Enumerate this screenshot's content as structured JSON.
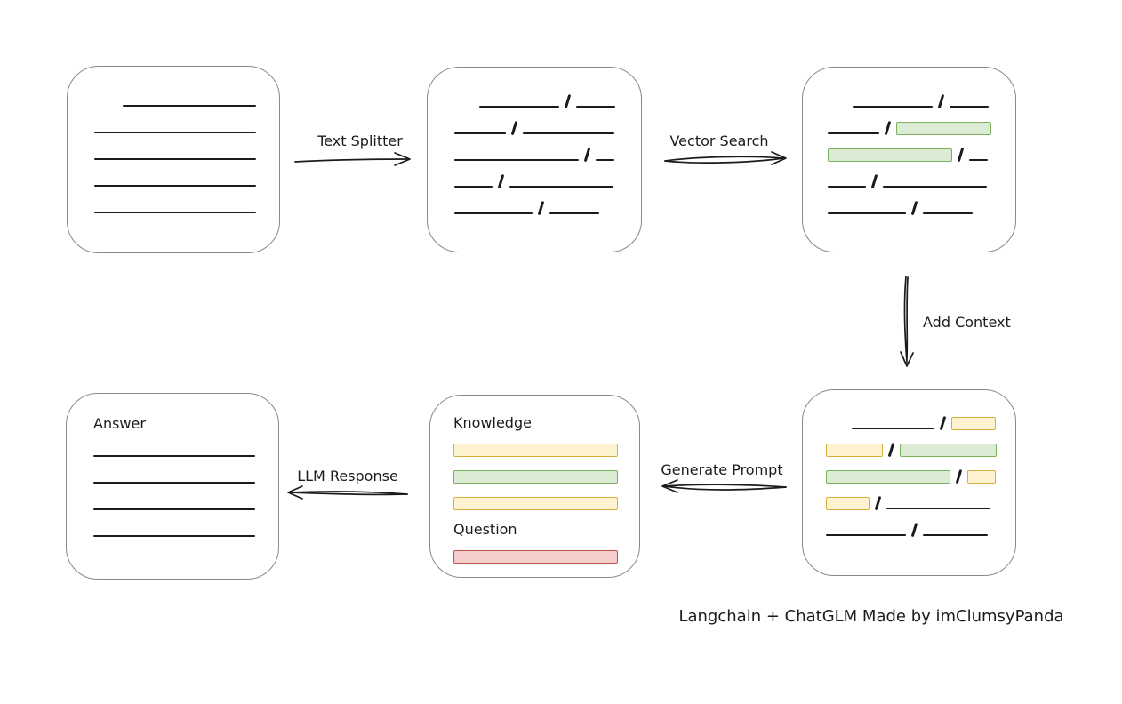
{
  "caption": "Langchain + ChatGLM Made by imClumsyPanda",
  "colors": {
    "ink": "#1b1b1b",
    "box_border": "#8a8a8a",
    "green_fill": "#dcebd3",
    "green_stroke": "#7ab05c",
    "yellow_fill": "#fdf3d1",
    "yellow_stroke": "#d8ae3c",
    "red_fill": "#f5cecb",
    "red_stroke": "#b5564f"
  },
  "arrows": {
    "text_splitter": {
      "label": "Text Splitter",
      "direction": "right"
    },
    "vector_search": {
      "label": "Vector Search",
      "direction": "right"
    },
    "add_context": {
      "label": "Add Context",
      "direction": "down"
    },
    "generate_prompt": {
      "label": "Generate Prompt",
      "direction": "left"
    },
    "llm_response": {
      "label": "LLM Response",
      "direction": "left"
    }
  },
  "boxes": {
    "source_document": {
      "rows": [
        [
          {
            "kind": "gap",
            "w": 32
          },
          {
            "kind": "line",
            "w": 150
          }
        ],
        [
          {
            "kind": "line",
            "w": 182
          }
        ],
        [
          {
            "kind": "line",
            "w": 182
          }
        ],
        [
          {
            "kind": "line",
            "w": 182
          }
        ],
        [
          {
            "kind": "line",
            "w": 182
          }
        ]
      ]
    },
    "split_chunks": {
      "rows": [
        [
          {
            "kind": "gap",
            "w": 33
          },
          {
            "kind": "line",
            "w": 90
          },
          {
            "kind": "slash"
          },
          {
            "kind": "line",
            "w": 44
          }
        ],
        [
          {
            "kind": "gap",
            "w": 5
          },
          {
            "kind": "line",
            "w": 58
          },
          {
            "kind": "slash"
          },
          {
            "kind": "line",
            "w": 103
          }
        ],
        [
          {
            "kind": "gap",
            "w": 5
          },
          {
            "kind": "line",
            "w": 140
          },
          {
            "kind": "slash"
          },
          {
            "kind": "line",
            "w": 21
          }
        ],
        [
          {
            "kind": "gap",
            "w": 5
          },
          {
            "kind": "line",
            "w": 43
          },
          {
            "kind": "slash"
          },
          {
            "kind": "line",
            "w": 117
          }
        ],
        [
          {
            "kind": "gap",
            "w": 5
          },
          {
            "kind": "line",
            "w": 88
          },
          {
            "kind": "slash"
          },
          {
            "kind": "line",
            "w": 56
          }
        ]
      ]
    },
    "matched_chunks": {
      "rows": [
        [
          {
            "kind": "gap",
            "w": 33
          },
          {
            "kind": "line",
            "w": 90
          },
          {
            "kind": "slash"
          },
          {
            "kind": "line",
            "w": 44
          }
        ],
        [
          {
            "kind": "gap",
            "w": 5
          },
          {
            "kind": "line",
            "w": 58
          },
          {
            "kind": "slash"
          },
          {
            "kind": "green",
            "w": 105
          }
        ],
        [
          {
            "kind": "gap",
            "w": 5
          },
          {
            "kind": "green",
            "w": 138
          },
          {
            "kind": "slash"
          },
          {
            "kind": "line",
            "w": 21
          }
        ],
        [
          {
            "kind": "gap",
            "w": 5
          },
          {
            "kind": "line",
            "w": 43
          },
          {
            "kind": "slash"
          },
          {
            "kind": "line",
            "w": 117
          }
        ],
        [
          {
            "kind": "gap",
            "w": 5
          },
          {
            "kind": "line",
            "w": 88
          },
          {
            "kind": "slash"
          },
          {
            "kind": "line",
            "w": 56
          }
        ]
      ]
    },
    "context_chunks": {
      "rows": [
        [
          {
            "kind": "gap",
            "w": 32
          },
          {
            "kind": "line",
            "w": 93
          },
          {
            "kind": "slash"
          },
          {
            "kind": "yellow",
            "w": 48
          }
        ],
        [
          {
            "kind": "gap",
            "w": 3
          },
          {
            "kind": "yellow",
            "w": 62
          },
          {
            "kind": "slash"
          },
          {
            "kind": "green",
            "w": 107
          }
        ],
        [
          {
            "kind": "gap",
            "w": 3
          },
          {
            "kind": "green",
            "w": 138
          },
          {
            "kind": "slash"
          },
          {
            "kind": "yellow",
            "w": 30
          }
        ],
        [
          {
            "kind": "gap",
            "w": 3
          },
          {
            "kind": "yellow",
            "w": 47
          },
          {
            "kind": "slash"
          },
          {
            "kind": "line",
            "w": 117
          }
        ],
        [
          {
            "kind": "gap",
            "w": 3
          },
          {
            "kind": "line",
            "w": 90
          },
          {
            "kind": "slash"
          },
          {
            "kind": "line",
            "w": 73
          }
        ]
      ]
    },
    "prompt": {
      "rows": [
        [
          {
            "kind": "label",
            "text": "Knowledge"
          }
        ],
        [
          {
            "kind": "yellow",
            "w": 183
          }
        ],
        [
          {
            "kind": "green",
            "w": 183
          }
        ],
        [
          {
            "kind": "yellow",
            "w": 183
          }
        ],
        [
          {
            "kind": "label",
            "text": "Question"
          }
        ],
        [
          {
            "kind": "red",
            "w": 183
          }
        ]
      ]
    },
    "answer": {
      "rows": [
        [
          {
            "kind": "label",
            "text": "Answer"
          }
        ],
        [
          {
            "kind": "line",
            "w": 182
          }
        ],
        [
          {
            "kind": "line",
            "w": 182
          }
        ],
        [
          {
            "kind": "line",
            "w": 182
          }
        ],
        [
          {
            "kind": "line",
            "w": 182
          }
        ]
      ]
    }
  }
}
